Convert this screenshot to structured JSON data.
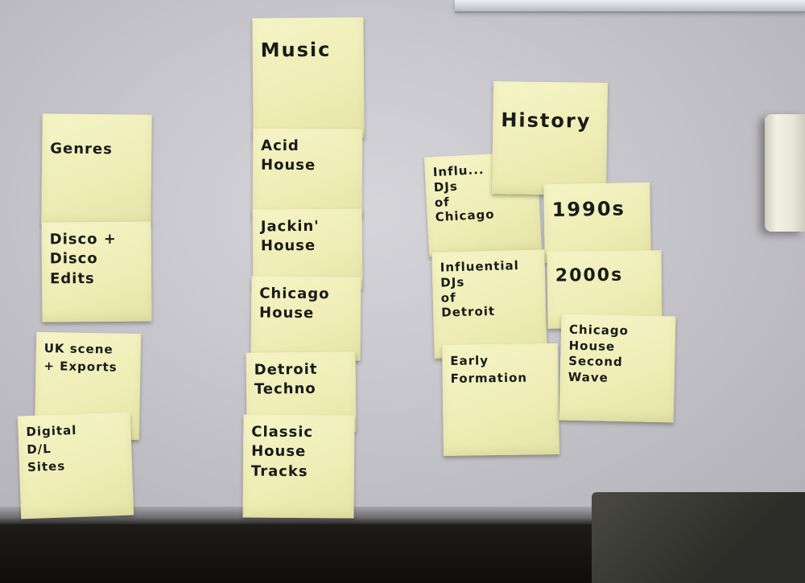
{
  "notes": {
    "genres": "Genres",
    "disco": "Disco +\nDisco\nEdits",
    "uk_scene": "UK scene\n+ Exports",
    "digital": "Digital\nD/L\nSites",
    "music": "Music",
    "acid_house": "Acid\nHouse",
    "jackin_house": "Jackin'\nHouse",
    "chicago_house": "Chicago\nHouse",
    "detroit_techno": "Detroit\nTechno",
    "classic_house": "Classic\nHouse\nTracks",
    "history": "History",
    "influential_chicago": "Influ...\nDJs\nof\nChicago",
    "influential_detroit": "Influential\nDJs\nof\nDetroit",
    "early_formation": "Early\nFormation",
    "nineties": "1990s",
    "two_thousands": "2000s",
    "chicago_second_wave": "Chicago\nHouse\nSecond\nWave"
  }
}
